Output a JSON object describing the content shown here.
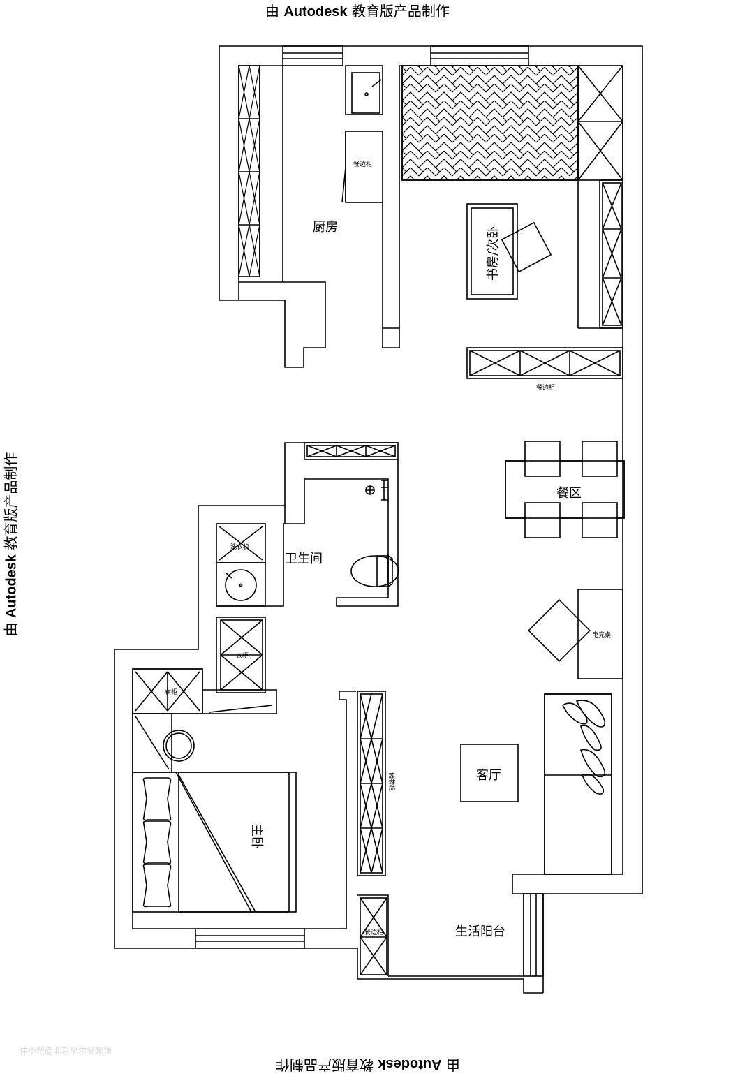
{
  "watermark": {
    "prefix": "由",
    "brand": "Autodesk",
    "suffix": "教育版产品制作"
  },
  "rooms": {
    "kitchen": "厨房",
    "study": "书房/次卧",
    "dining": "餐区",
    "bathroom": "卫生间",
    "living": "客厅",
    "master_bedroom": "主卧",
    "balcony": "生活阳台"
  },
  "furniture": {
    "sideboard_kitchen": "餐边柜",
    "sideboard_dining": "餐边柜",
    "sideboard_balcony": "餐边柜",
    "washing_machine": "洗衣机",
    "wardrobe_1": "衣柜",
    "wardrobe_2": "衣柜",
    "storage_cabinet": "储物柜",
    "gaming_desk": "电竞桌"
  },
  "credit": "住小帮@北京早尔曼装饰"
}
